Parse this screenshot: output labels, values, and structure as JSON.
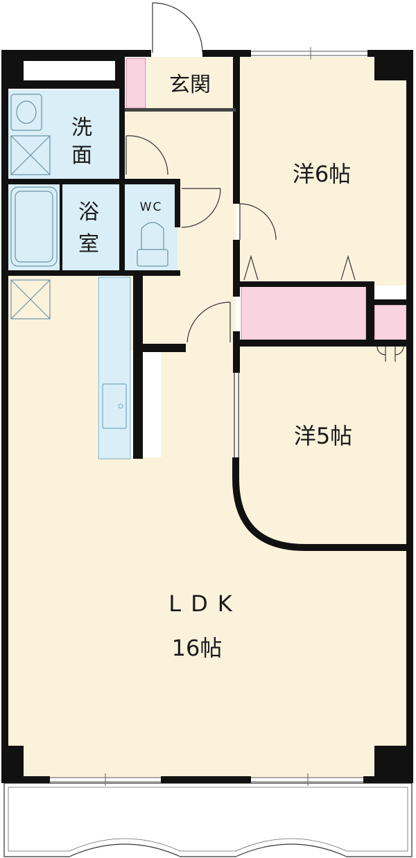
{
  "rooms": {
    "genkan": "玄関",
    "senmen_line1": "洗",
    "senmen_line2": "面",
    "yokushitsu_line1": "浴",
    "yokushitsu_line2": "室",
    "wc": "WC",
    "western_6": "洋6帖",
    "western_5": "洋5帖",
    "ldk": "LDK",
    "ldk_size": "16帖"
  },
  "colors": {
    "floor": "#fbf2dc",
    "wet_area": "#d9eef7",
    "storage": "#f9d3df",
    "wall": "#111111"
  }
}
